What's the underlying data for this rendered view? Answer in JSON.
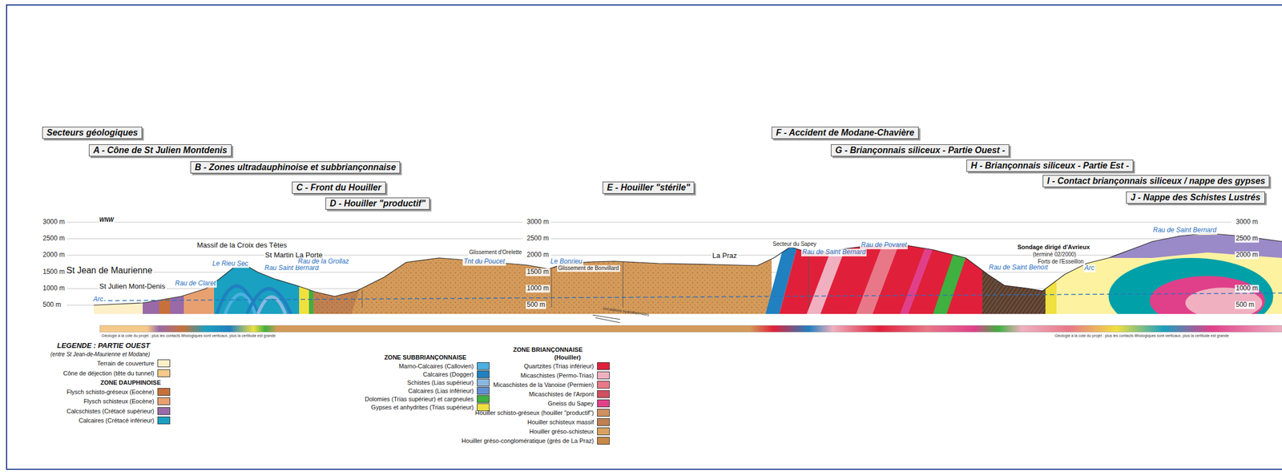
{
  "diagram": {
    "nodes": [
      {
        "text": [
          "Secteurs géologiques"
        ]
      },
      {
        "text": [
          "A - Cône de St Julien Montdenis"
        ]
      },
      {
        "text": [
          "B - Zones ultradauphinoise et subbriançonnaise"
        ]
      },
      {
        "text": [
          "C - Front du Houiller"
        ]
      },
      {
        "text": [
          "D - Houiller \"productif\""
        ]
      },
      {
        "text": [
          "E - Houiller \"stérile\""
        ]
      },
      {
        "text": [
          "F - Accident de Modane-Chavière"
        ]
      },
      {
        "text": [
          "G - Briançonnais siliceux - Partie Ouest -"
        ]
      },
      {
        "text": [
          "H - Briançonnais siliceux - Partie Est -"
        ]
      },
      {
        "text": [
          "I - Contact briançonnais siliceux / nappe des gypses"
        ]
      },
      {
        "text": [
          "J - Nappe des Schistes Lustrés"
        ]
      }
    ],
    "labels": [
      "3000 m",
      "2500 m",
      "2000 m",
      "1500 m",
      "1000 m",
      "500 m",
      "3000 m",
      "2500 m",
      "2000 m",
      "1500 m",
      "1000 m",
      "500 m",
      "3000 m",
      "2500 m",
      "2000 m",
      "1000 m",
      "500 m",
      "WNW",
      "Massif de la Croix des Têtes",
      "St Martin La Porte",
      "St Jean de Maurienne",
      "St Julien Mont-Denis",
      "Le Rieu Sec",
      "Rau Saint Bernard",
      "Rau de la Grollaz",
      "Rau de Claret",
      "Arc",
      "Glissement d'Orelette",
      "Tnt du Poucet",
      "Le Bonrieu",
      "Glissement de Bonvillard",
      "La Praz",
      "Secteur du Sapey",
      "Rau de Saint Bernard",
      "Rau de Povaret",
      "Sondage dirigé d'Avrieux",
      "(terminé 02/2000)",
      "Rau de Saint Benoît",
      "Forts de l'Esseillon",
      "Arc",
      "Rau de Saint Bernard",
      "circulations hydrothermales",
      "Géologie à la cote du projet : plus les contacts lithologiques sont verticaux, plus la certitude est grande",
      "Géologie à la cote du projet : plus les contacts lithologiques sont verticaux, plus la certitude est grande",
      "LEGENDE : PARTIE OUEST",
      "(entre St Jean-de-Maurienne et Modane)",
      "ZONE DAUPHINOISE",
      "ZONE SUBBRIANÇONNAISE",
      "ZONE BRIANÇONNAISE",
      "(Houiller)"
    ],
    "legend": [
      {
        "text": "Terrain de couverture",
        "color": "#fdf0c8"
      },
      {
        "text": "Cône de déjection (tête du tunnel)",
        "color": "#f5c98a"
      },
      {
        "text": "Flysch schisto-gréseux (Eocène)",
        "color": "#c8703a"
      },
      {
        "text": "Flysch schisteux (Eocène)",
        "color": "#e8a070"
      },
      {
        "text": "Calcschistes (Crétacé supérieur)",
        "color": "#9a6aa8"
      },
      {
        "text": "Calcaires (Crétacé inférieur)",
        "color": "#1aa0c0"
      },
      {
        "text": "Marno-Calcaires (Callovien)",
        "color": "#4ab0e0"
      },
      {
        "text": "Calcaires (Dogger)",
        "color": "#2080c0"
      },
      {
        "text": "Schistes (Lias supérieur)",
        "color": "#8ab8e0"
      },
      {
        "text": "Calcaires (Lias inférieur)",
        "color": "#6090d0"
      },
      {
        "text": "Dolomies (Trias supérieur) et cargneules",
        "color": "#40b040"
      },
      {
        "text": "Gypses et anhydrites (Trias supérieur)",
        "color": "#f0e040"
      },
      {
        "text": "Quartzites (Trias inférieur)",
        "color": "#e0203a"
      },
      {
        "text": "Micaschistes (Permo-Trias)",
        "color": "#f0b0c0"
      },
      {
        "text": "Micaschistes de la Vanoise (Permien)",
        "color": "#e87888"
      },
      {
        "text": "Micaschistes de l'Arpont",
        "color": "#d05060"
      },
      {
        "text": "Gneiss du Sapey",
        "color": "#e0408a"
      },
      {
        "text": "Houiller schisto-gréseux (houiller \"productif\")",
        "color": "#d09060"
      },
      {
        "text": "Houiller schisteux massif",
        "color": "#c08050"
      },
      {
        "text": "Houiller gréso-schisteux",
        "color": "#d8a060"
      },
      {
        "text": "Houiller gréso-conglomératique (grès de La Praz)",
        "color": "#c88848"
      }
    ]
  }
}
